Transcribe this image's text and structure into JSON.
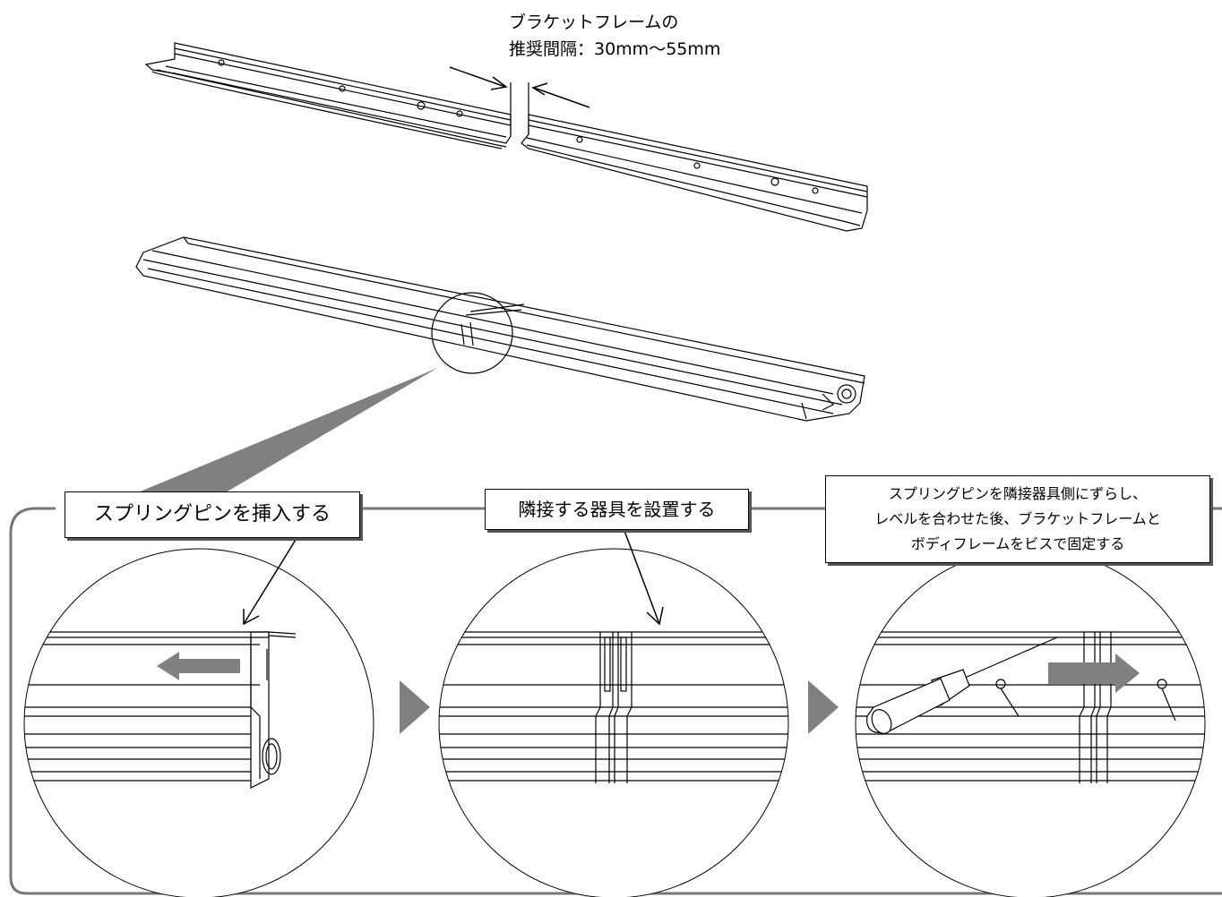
{
  "gap_label": {
    "line1": "ブラケットフレームの",
    "line2": "推奨間隔：30mm〜55mm"
  },
  "steps": [
    {
      "label": "スプリングピンを挿入する"
    },
    {
      "label": "隣接する器具を設置する"
    },
    {
      "lines": [
        "スプリングピンを隣接器具側にずらし、",
        "レベルを合わせた後、ブラケットフレームと",
        "ボディフレームをビスで固定する"
      ]
    }
  ],
  "colors": {
    "line": "#000000",
    "frame": "#777777",
    "arrow_fill": "#808080",
    "shadow": "#555555"
  }
}
